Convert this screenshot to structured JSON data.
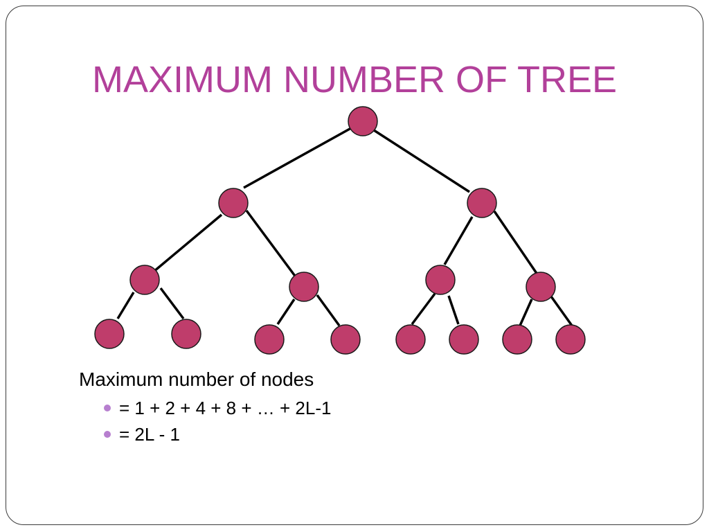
{
  "slide": {
    "title": "MAXIMUM NUMBER OF TREE",
    "lead_text": "Maximum number of nodes",
    "bullets": [
      {
        "text": "= 1 + 2 + 4 + 8 + … + 2L-1"
      },
      {
        "text": "= 2L - 1"
      }
    ]
  },
  "colors": {
    "title": "#b2409a",
    "node_fill": "#bf3d6b",
    "edge": "#000000",
    "bullet": "#b77fcf"
  },
  "tree": {
    "levels": 4,
    "node_count": 15
  }
}
